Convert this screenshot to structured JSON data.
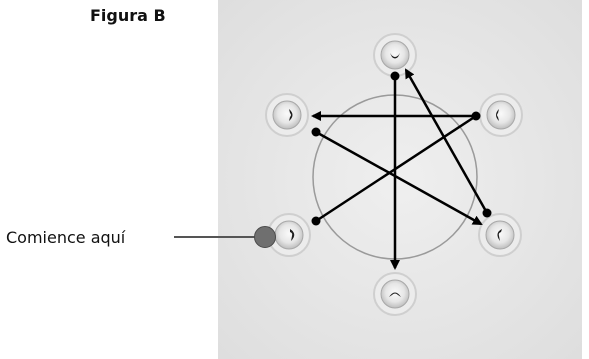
{
  "figure": {
    "title": "Figura B"
  },
  "start_label": "Comience aquí",
  "colors": {
    "panel": "#e8e8e8",
    "arrow": "#000000",
    "start_marker": "#6f6f6f"
  },
  "bolts": [
    {
      "id": "top"
    },
    {
      "id": "upper-right"
    },
    {
      "id": "lower-right"
    },
    {
      "id": "bottom"
    },
    {
      "id": "lower-left"
    },
    {
      "id": "upper-left"
    }
  ],
  "tightening_sequence": [
    "lower-left",
    "upper-right",
    "upper-left",
    "lower-right",
    "top",
    "bottom"
  ]
}
